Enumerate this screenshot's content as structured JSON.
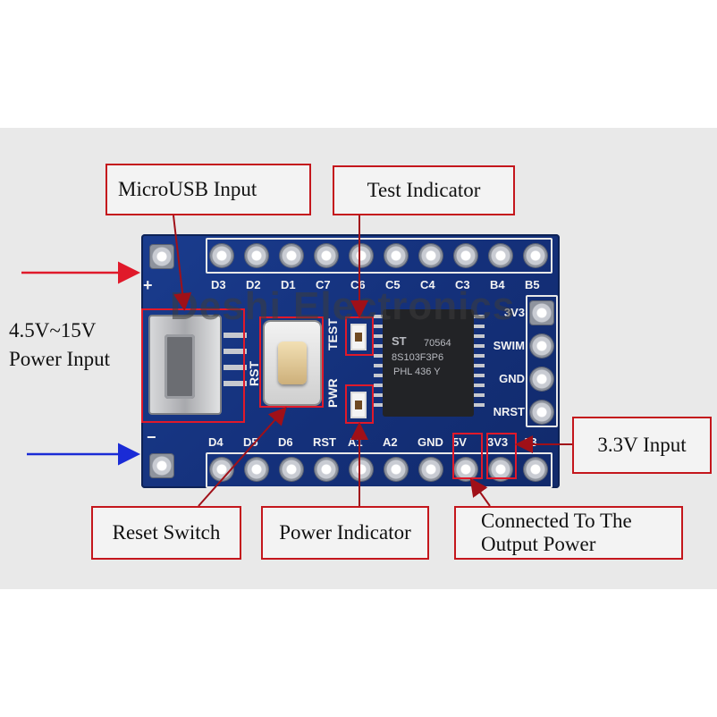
{
  "callouts": {
    "microusb": "MicroUSB Input",
    "test_indicator": "Test Indicator",
    "power_input_line1": "4.5V~15V",
    "power_input_line2": "Power Input",
    "input_3v3": "3.3V Input",
    "reset_switch": "Reset Switch",
    "power_indicator": "Power Indicator",
    "connected_line1": "Connected To The",
    "connected_line2": "Output Power"
  },
  "board": {
    "top_pins": [
      "D3",
      "D2",
      "D1",
      "C7",
      "C6",
      "C5",
      "C4",
      "C3",
      "B4",
      "B5"
    ],
    "bottom_pins": [
      "D4",
      "D5",
      "D6",
      "RST",
      "A1",
      "A2",
      "GND",
      "5V",
      "3V3",
      "A3"
    ],
    "side_pins": [
      "3V3",
      "SWIM",
      "GND",
      "NRST"
    ],
    "plus_label": "+",
    "minus_label": "−",
    "rst_label": "RST",
    "test_label": "TEST",
    "pwr_label": "PWR",
    "chip_marking": [
      "ST",
      "70564",
      "8S103F3P6",
      "PHL 436 Y"
    ],
    "watermark": "Deshi Electronics"
  },
  "colors": {
    "callout_border": "#c4161c",
    "board_blue": "#14307a",
    "arrow_red": "#e0192a",
    "arrow_blue": "#1a2bd6"
  }
}
